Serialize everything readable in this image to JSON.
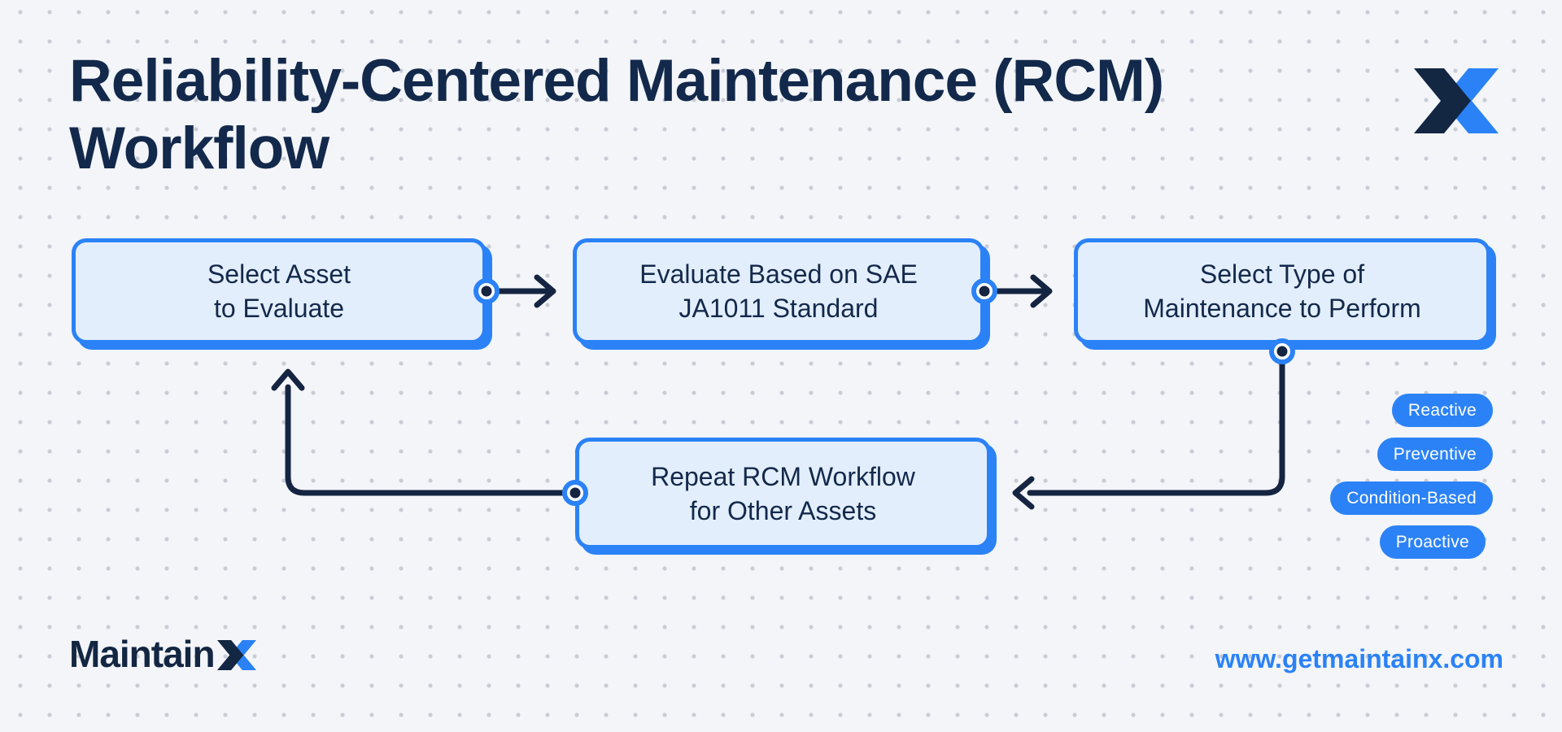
{
  "header": {
    "title": "Reliability-Centered Maintenance (RCM)\nWorkflow"
  },
  "logo": {
    "name": "MaintainX"
  },
  "flow": {
    "steps": [
      {
        "label": "Select Asset\nto Evaluate"
      },
      {
        "label": "Evaluate Based on SAE\nJA1011 Standard"
      },
      {
        "label": "Select Type of\nMaintenance to Perform"
      },
      {
        "label": "Repeat RCM Workflow\nfor Other Assets"
      }
    ],
    "maintenance_types": [
      "Reactive",
      "Preventive",
      "Condition-Based",
      "Proactive"
    ]
  },
  "footer": {
    "wordmark": "Maintain",
    "wordmark_suffix": "X",
    "url": "www.getmaintainx.com"
  },
  "colors": {
    "background": "#f3f5f9",
    "dot_grid": "#c9ccd5",
    "navy": "#13294b",
    "arrow_navy": "#152441",
    "blue": "#2b82f6",
    "logo_navy": "#132642",
    "box_fill": "#e3eefc",
    "pill_text": "#ffffff"
  }
}
